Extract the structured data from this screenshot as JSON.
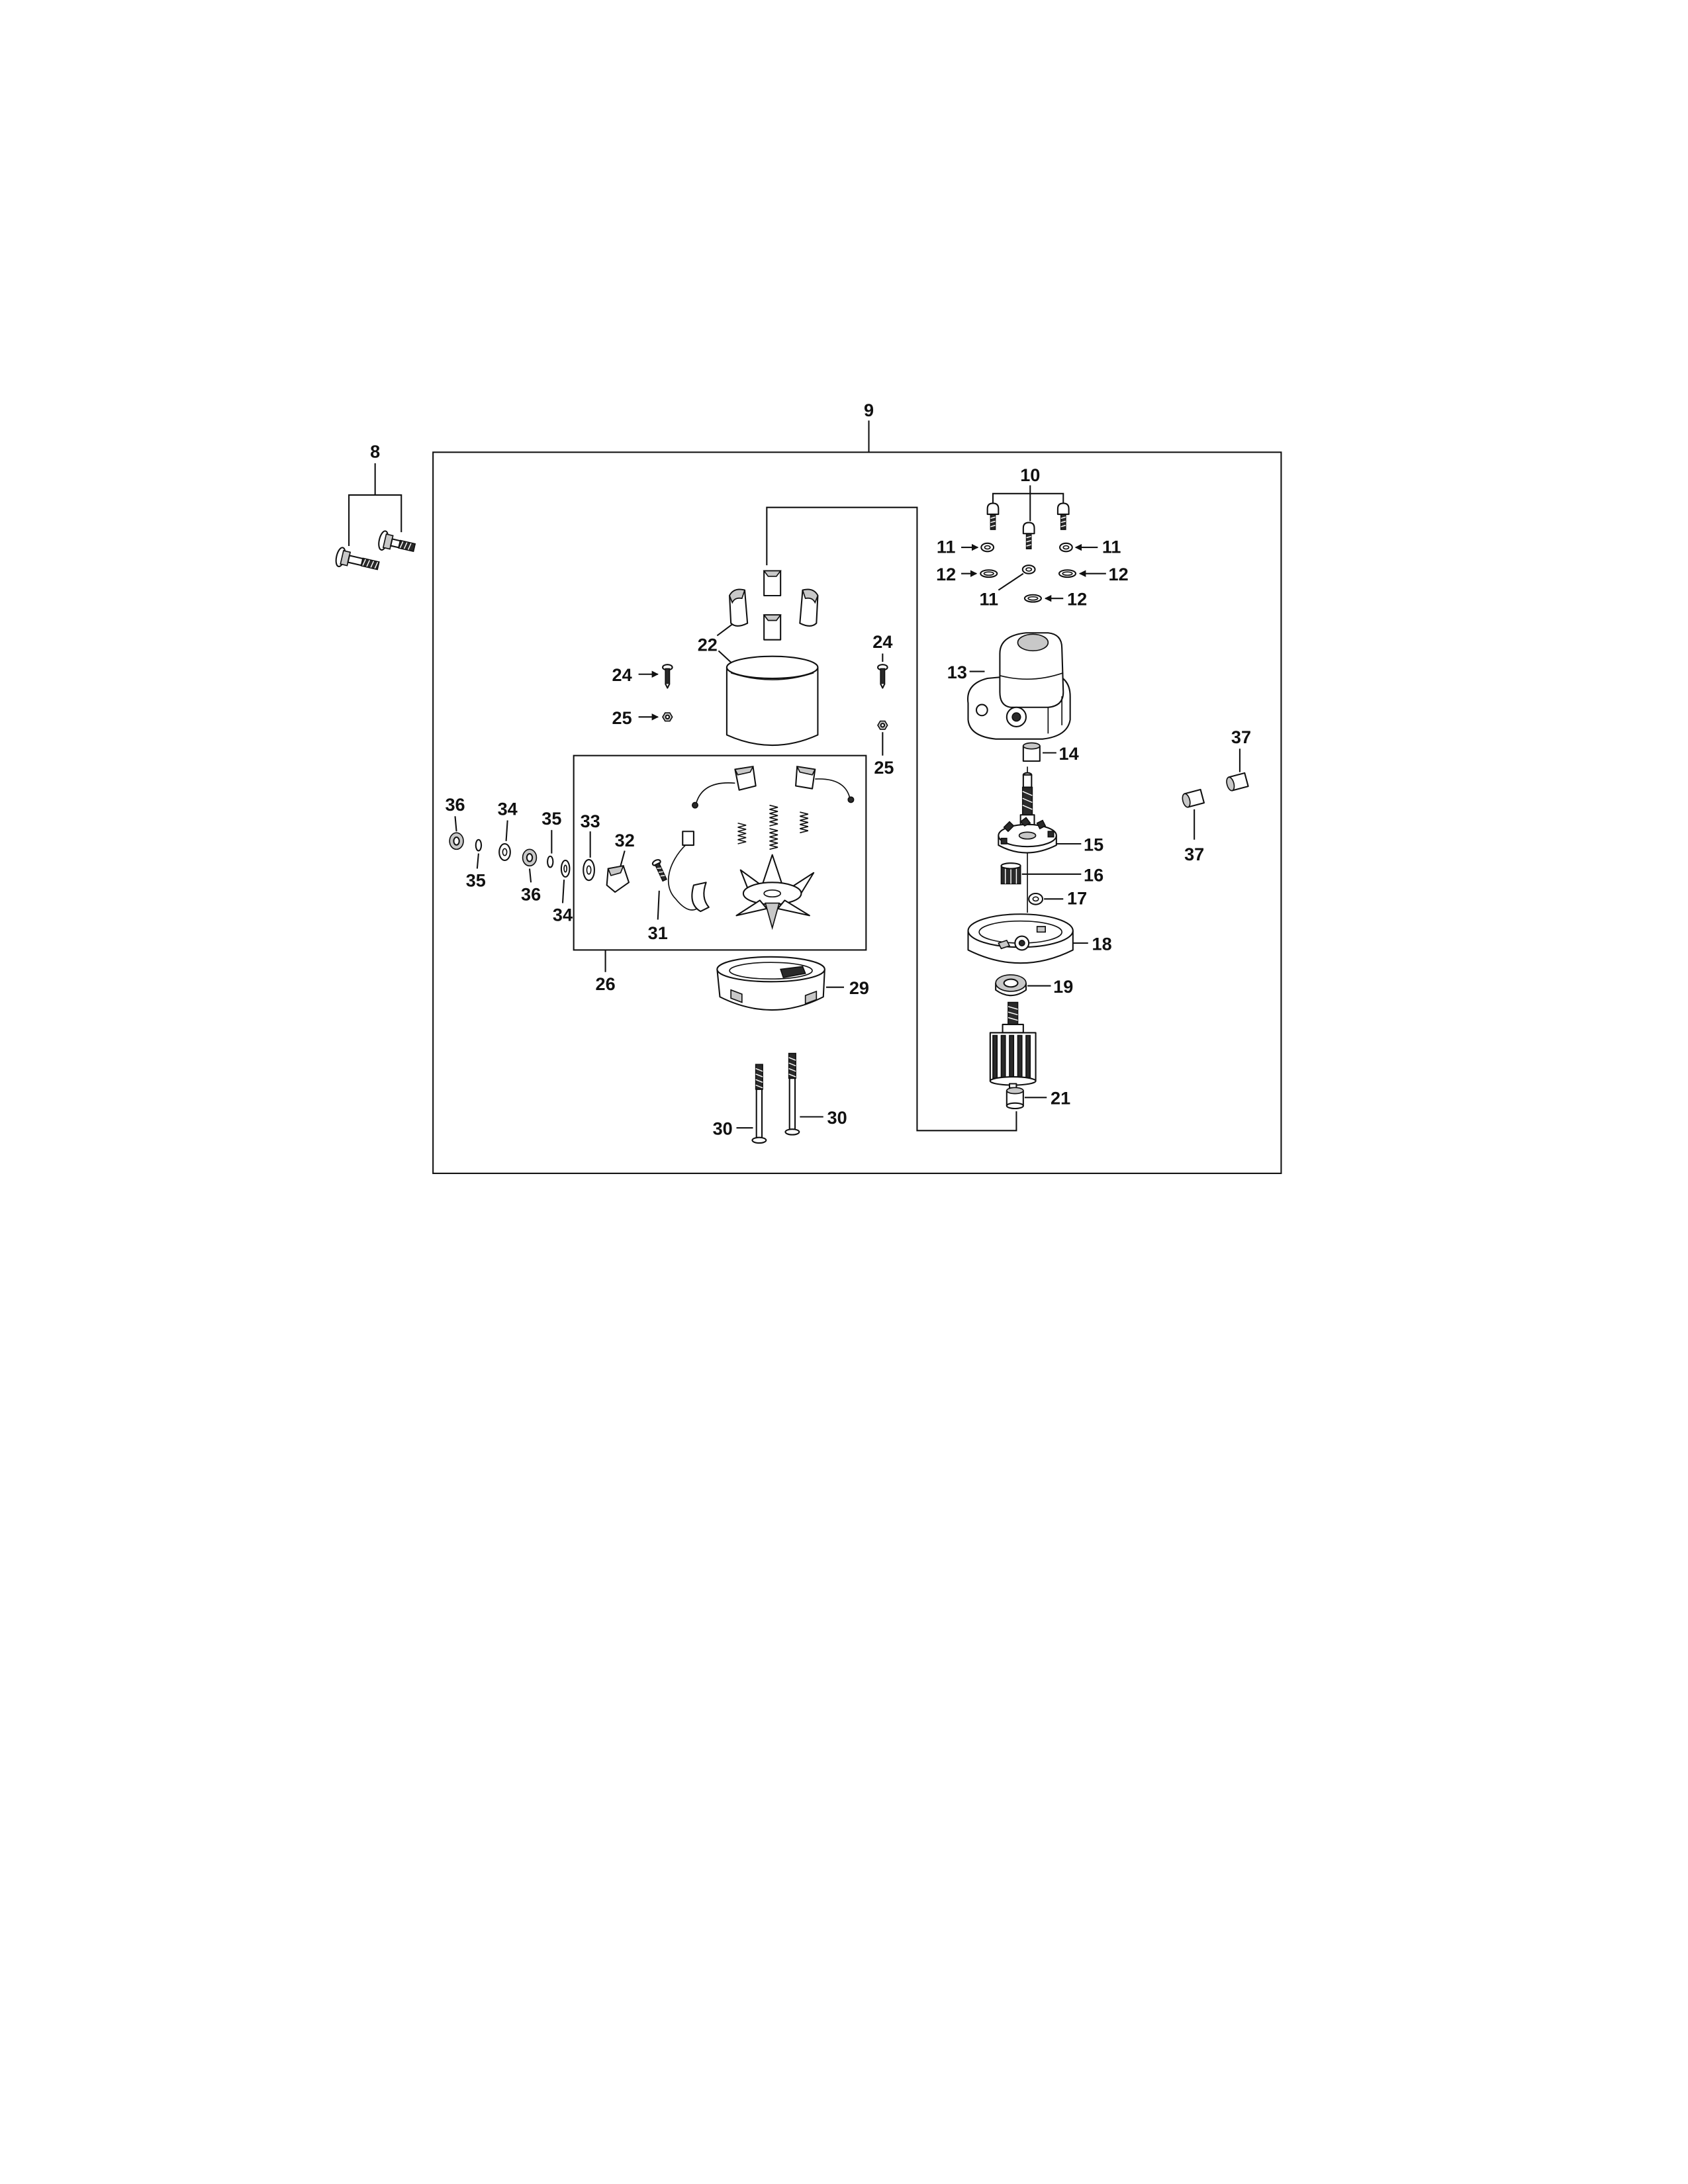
{
  "diagram": {
    "callouts": [
      "8",
      "9",
      "10",
      "11",
      "11",
      "11",
      "12",
      "12",
      "12",
      "13",
      "14",
      "15",
      "16",
      "17",
      "18",
      "19",
      "21",
      "22",
      "24",
      "24",
      "25",
      "25",
      "26",
      "29",
      "30",
      "30",
      "31",
      "32",
      "33",
      "34",
      "34",
      "35",
      "35",
      "36",
      "36",
      "37",
      "37"
    ]
  },
  "colors": {
    "ink": "#111111",
    "paper": "#ffffff"
  }
}
